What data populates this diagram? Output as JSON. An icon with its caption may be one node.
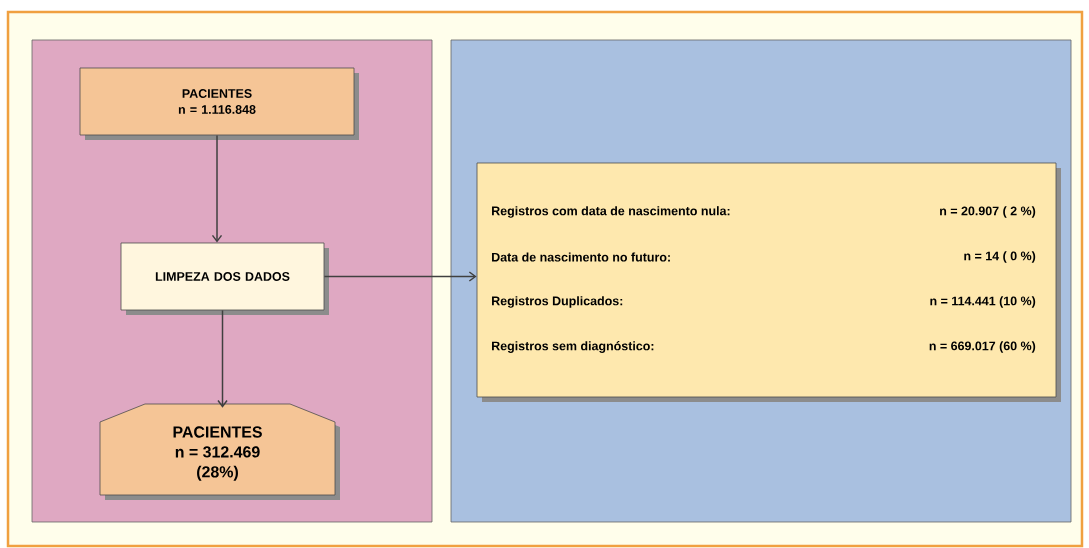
{
  "diagram": {
    "nodes": [
      {
        "text": [],
        "shape": "box"
      },
      {
        "text": [],
        "shape": "box"
      },
      {
        "text": [
          "PACIENTES",
          "n = 1.116.848"
        ],
        "in": 0
      },
      {
        "text": [
          "LIMPEZA DOS DADOS"
        ],
        "in": 0
      },
      {
        "text": [
          "PACIENTES",
          "n = 312.469",
          "(28%)"
        ],
        "in": 0
      },
      {
        "text": [
          "Registros com data de nascimento nula:",
          "n = 20.907 ( 2 %)",
          "Data de nascimento no futuro:",
          "n = 14 ( 0 %)",
          "Registros Duplicados:",
          "n = 114.441 (10 %)",
          "Registros sem diagnóstico:",
          "n = 669.017 (60 %)"
        ],
        "in": 1
      }
    ],
    "edges": [
      {
        "from": 2,
        "to": 3,
        "arrow": "to"
      },
      {
        "from": 3,
        "to": 4,
        "arrow": "to"
      },
      {
        "from": 3,
        "to": 5,
        "arrow": "to"
      }
    ]
  }
}
